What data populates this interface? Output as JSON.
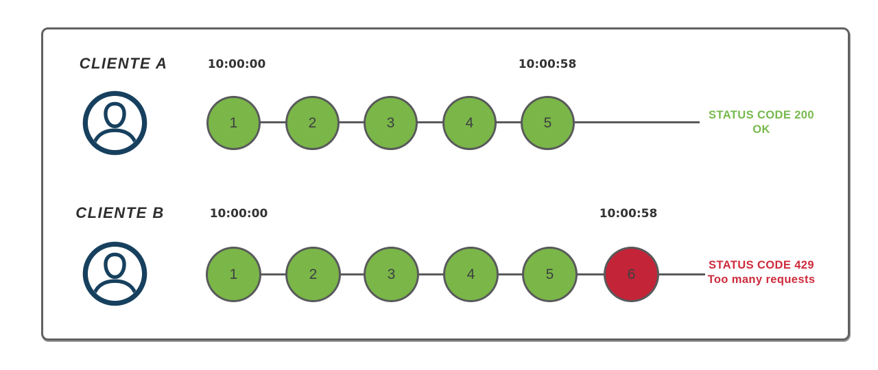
{
  "colors": {
    "ok": "#7ab648",
    "blocked": "#c32438",
    "ok_text": "#77b94e",
    "blocked_text": "#cd2b3c",
    "stroke": "#58595b",
    "avatar": "#17405e",
    "timestamp": "#333333",
    "label": "#2d2d2d"
  },
  "rows": [
    {
      "client_label": "CLIENTE A",
      "start_time": "10:00:00",
      "end_time": "10:00:58",
      "requests": [
        {
          "label": "1",
          "state": "ok"
        },
        {
          "label": "2",
          "state": "ok"
        },
        {
          "label": "3",
          "state": "ok"
        },
        {
          "label": "4",
          "state": "ok"
        },
        {
          "label": "5",
          "state": "ok"
        }
      ],
      "status": {
        "line1": "STATUS CODE 200",
        "line2": "OK"
      }
    },
    {
      "client_label": "CLIENTE B",
      "start_time": "10:00:00",
      "end_time": "10:00:58",
      "requests": [
        {
          "label": "1",
          "state": "ok"
        },
        {
          "label": "2",
          "state": "ok"
        },
        {
          "label": "3",
          "state": "ok"
        },
        {
          "label": "4",
          "state": "ok"
        },
        {
          "label": "5",
          "state": "ok"
        },
        {
          "label": "6",
          "state": "blocked"
        }
      ],
      "status": {
        "line1": "STATUS CODE 429",
        "line2": "Too many requests"
      }
    }
  ]
}
